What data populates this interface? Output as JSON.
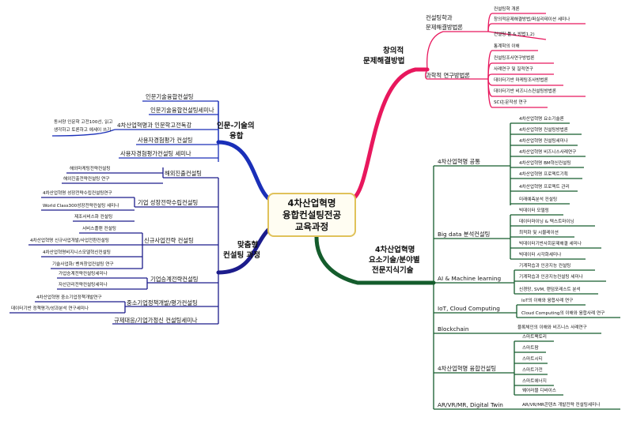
{
  "center": {
    "line1": "4차산업혁명",
    "line2": "융합컨설팅전공",
    "line3": "교육과정"
  },
  "branches": {
    "creative": {
      "color": "#e8175d",
      "title1": "창의적",
      "title2": "문제해결방법",
      "sub1": {
        "line1": "컨설팅학과",
        "line2": "문제해결방법론",
        "items": [
          "컨설팅학 개론",
          "창의적문제해결방법/퍼실리테이션 세미나",
          "컨설팅 툴 & 방법1,2)"
        ]
      },
      "sub2": {
        "label": "과학적 연구방법론",
        "items": [
          "통계학의 이해",
          "컨설팅조사연구방법론",
          "사례연구 및 질적연구",
          "데이터기반 마케팅조사방법론",
          "데이터기반 비즈니스컨설팅방법론",
          "SCI논문작성 연구"
        ]
      }
    },
    "human": {
      "color": "#1a2fb8",
      "title1": "인문-기술의",
      "title2": "융합",
      "items": [
        "인문기술융합컨설팅",
        "인문기술융합컨설팅세미나",
        "4차산업혁명과 인문학고전독강",
        "사용자경험평가 컨설팅",
        "사용자경험평가컨설팅 세미나"
      ],
      "note1": "동서양 인문학 고전100선, 읽고",
      "note2": "생각하고 토론하고 에세이 쓰기"
    },
    "custom": {
      "color": "#1c1c8c",
      "title1": "맞춤형",
      "title2": "컨설팅 과정",
      "g1": {
        "label": "해외진출컨설팅",
        "items": [
          "해외마케팅전략컨설팅",
          "해외진출전략컨설팅 연구"
        ]
      },
      "g2": {
        "label": "기업 성장전략수립컨설팅",
        "items": [
          "4차산업혁명 성장전략수립컨설팅연구",
          "World Class300성장전략컨설팅 세미나",
          "제조서비스화 컨설팅"
        ]
      },
      "g3": {
        "label": "신규사업전략 컨설팅",
        "items": [
          "서비스플랜 컨설팅",
          "4차산업혁명 신규사업개발/사업전환컨설팅",
          "4차산업혁명비지니스모델혁신컨설팅",
          "기술사업화/ 벤처창업컨설팅 연구"
        ]
      },
      "g4": {
        "label": "기업승계전략컨설팅",
        "items": [
          "가업승계전략컨설팅세미나",
          "자산관리전략컨설팅세미나"
        ]
      },
      "g5": {
        "label": "중소기업정책개발/평가컨설팅",
        "items": [
          "4차산업혁명 중소기업정책개발연구",
          "데이터기반 정책평가/성과분석 연구세미나"
        ]
      },
      "g6": {
        "label": "규제대응/기업가정신 컨설팅세미나"
      }
    },
    "tech": {
      "color": "#145c2c",
      "title1": "4차산업혁명",
      "title2": "요소기술/분야별",
      "title3": "전문지식기술",
      "common": {
        "label": "4차산업혁명 공통",
        "items": [
          "4차산업혁명 요소기술론",
          "4차산업혁명 컨설팅방법론",
          "4차산업혁명 컨설팅세미나",
          "4차산업혁명 비즈니스사례연구",
          "4차산업혁명 BM혁신컨설팅",
          "4차산업혁명 프로젝트기획",
          "4차산업혁명 프로젝트 관리",
          "미래예측분석 컨설팅"
        ]
      },
      "bigdata": {
        "label": "Big data 분석컨설팅",
        "items": [
          "빅데이터 모델링",
          "데이터마이닝 & 텍스트마이닝",
          "최적화 및 시뮬레이션",
          "빅데이터기반사회문제해결 세미나",
          "빅데이터 시각화세미나"
        ]
      },
      "ai": {
        "label": "AI & Machine learning",
        "items": [
          "기계학습과 인공지능 컨설팅",
          "기계학습과 인공지능컨설팅 세미나",
          "신경망, SVM, 랜덤포레스트 분석"
        ]
      },
      "iot": {
        "label": "IoT, Cloud Computing",
        "items": [
          "IoT의 이해와 융합사례 연구",
          "Cloud Computing의 이해와 융합사례 연구"
        ]
      },
      "block": {
        "label": "Blockchain",
        "items": [
          "블록체인의 이해와 비즈니스 사례연구"
        ]
      },
      "fusion": {
        "label": "4차산업혁명 융합컨설팅",
        "items": [
          "스마트팩토리",
          "스마트팜",
          "스마트시티",
          "스마트가전",
          "스마트에너지",
          "웨어러블 디바이스"
        ]
      },
      "ar": {
        "label": "AR/VR/MR, Digital Twin",
        "items": [
          "AR/VR/MR콘텐츠 개발전략 컨설팅세미나"
        ]
      }
    }
  }
}
